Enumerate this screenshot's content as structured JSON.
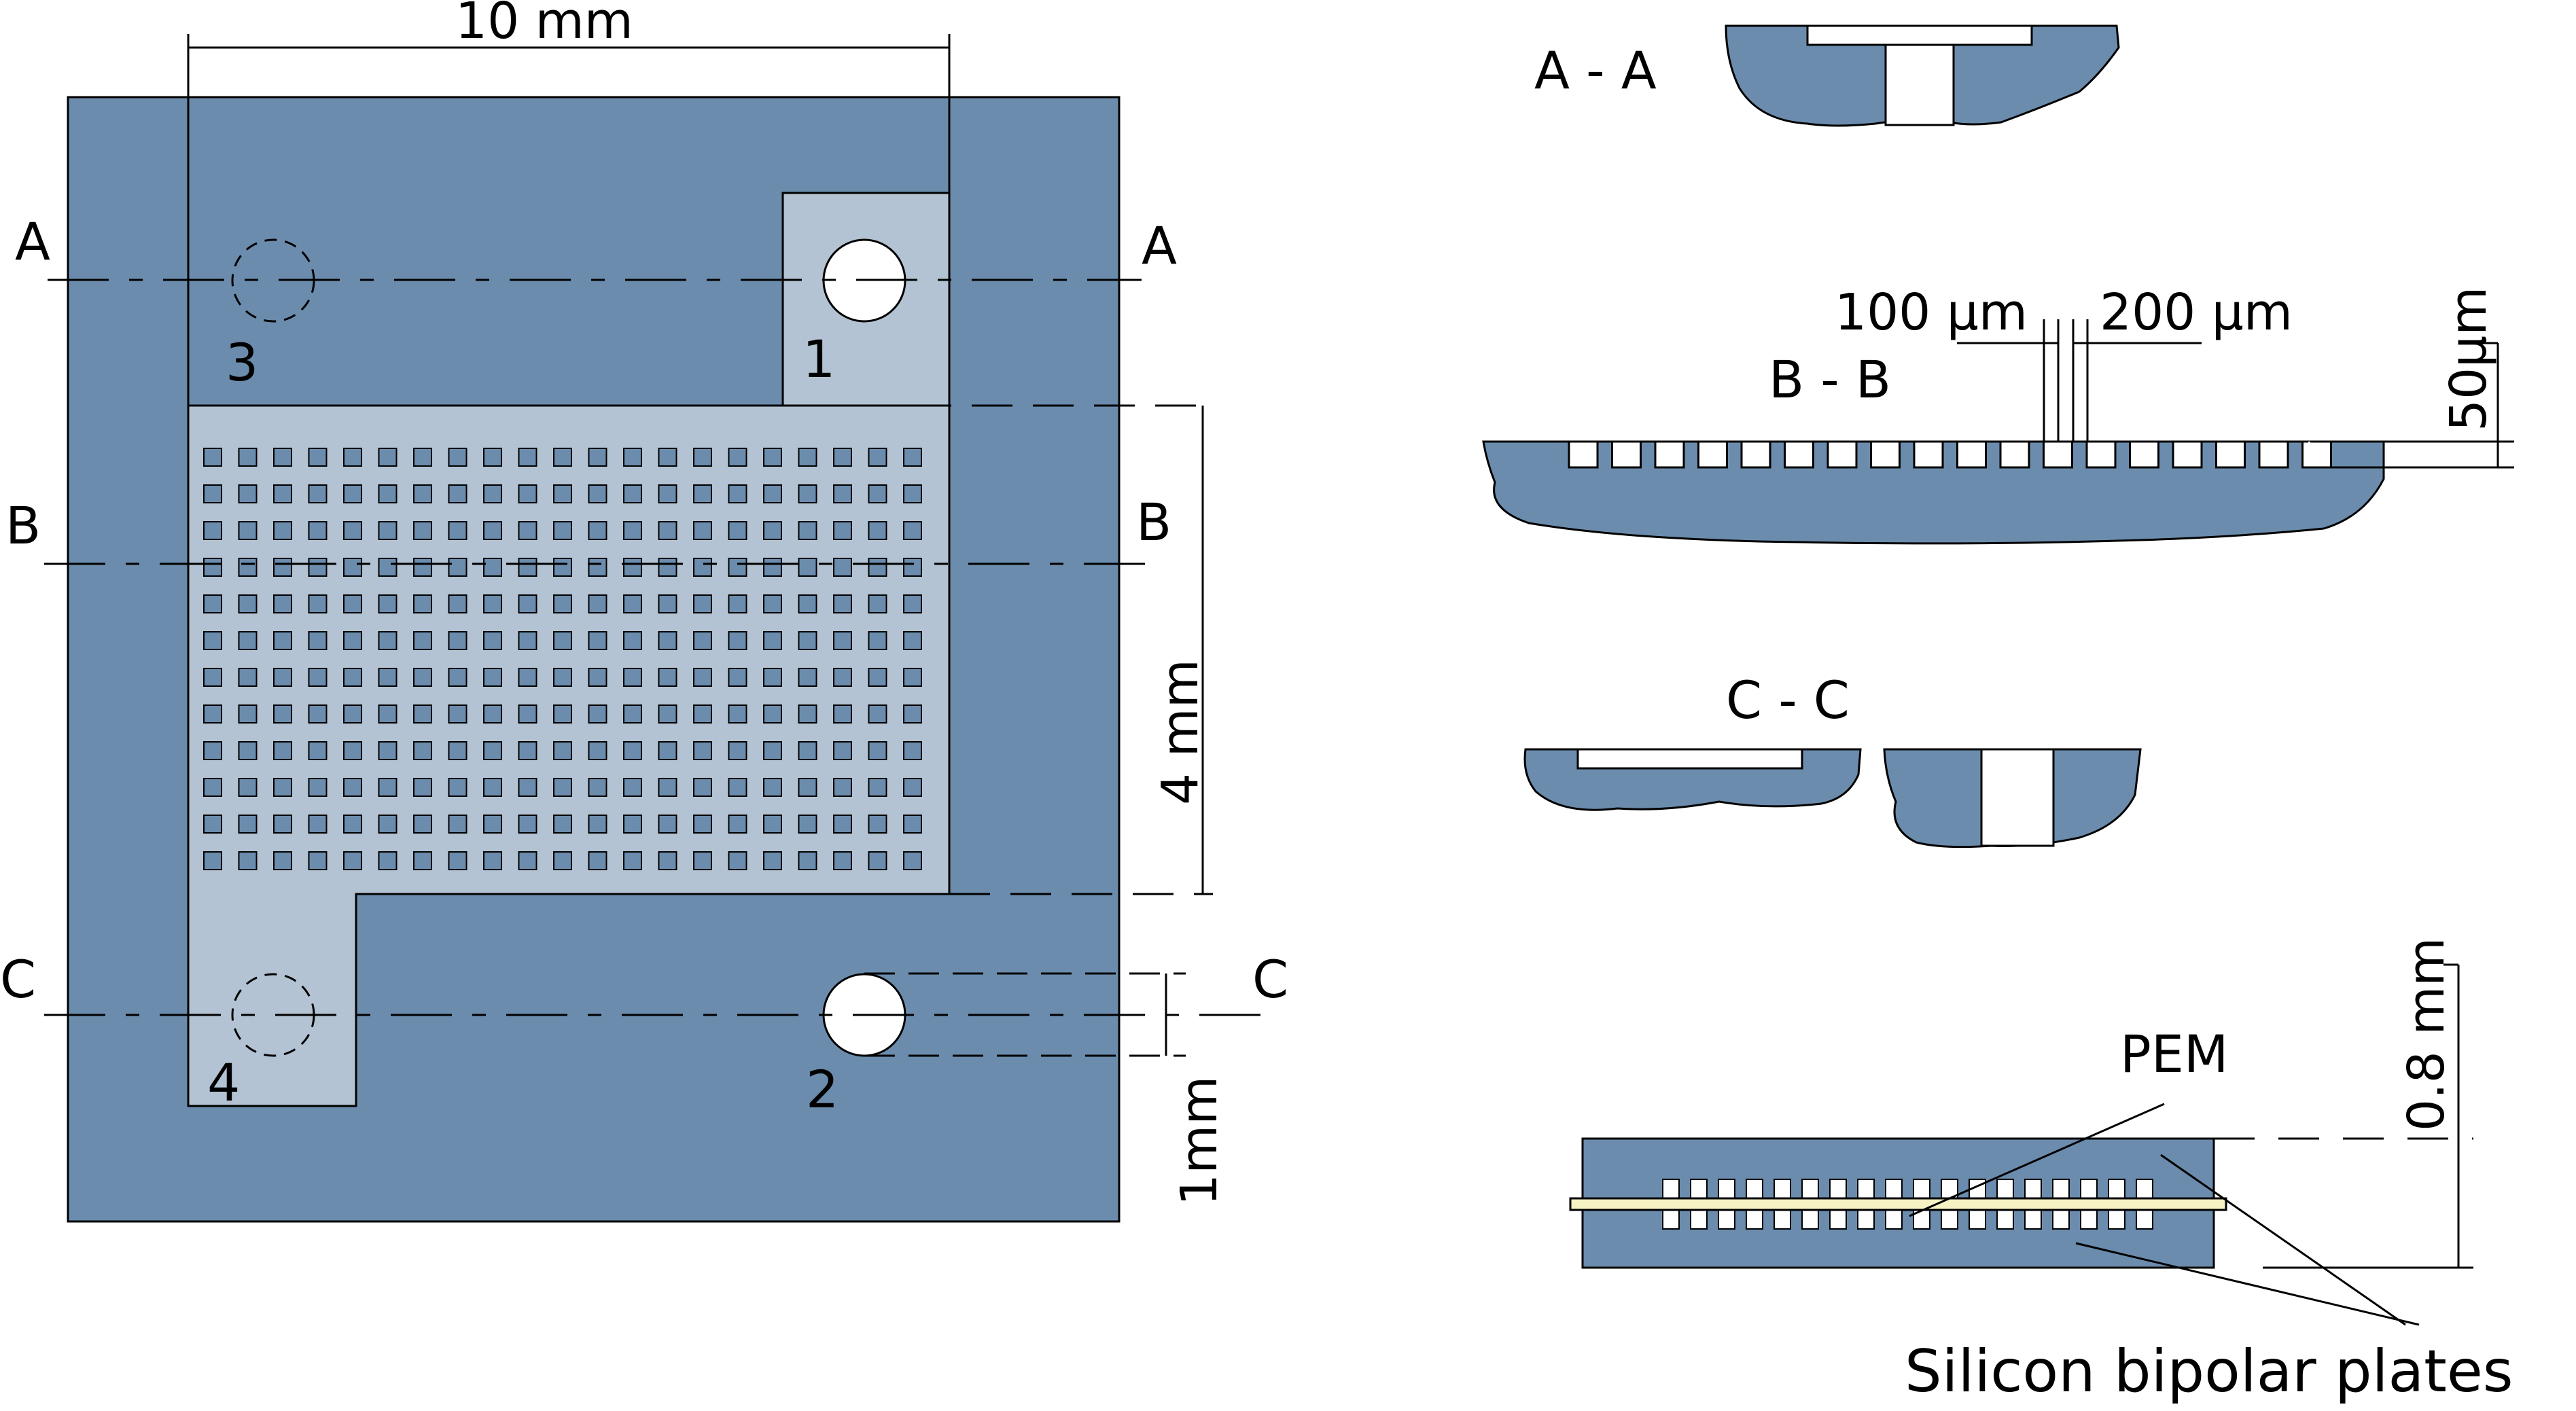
{
  "colors": {
    "plate": "#6b8cad",
    "channel": "#b3c3d3",
    "pem": "#f7f2c4",
    "line": "#000000",
    "hole": "#ffffff"
  },
  "dimensions": {
    "width_10mm": "10 mm",
    "height_4mm": "4 mm",
    "hole_1mm": "1mm",
    "rib_100um": "100 µm",
    "channel_200um": "200 µm",
    "depth_50um": "50µm",
    "stack_08mm": "0.8 mm"
  },
  "section_marks": {
    "a": "A",
    "b": "B",
    "c": "C"
  },
  "ports": [
    "1",
    "2",
    "3",
    "4"
  ],
  "sections": {
    "aa": "A - A",
    "bb": "B - B",
    "cc": "C - C"
  },
  "stack_labels": {
    "pem": "PEM",
    "plates": "Silicon bipolar plates"
  },
  "grid": {
    "rows": 12,
    "cols": 21
  }
}
